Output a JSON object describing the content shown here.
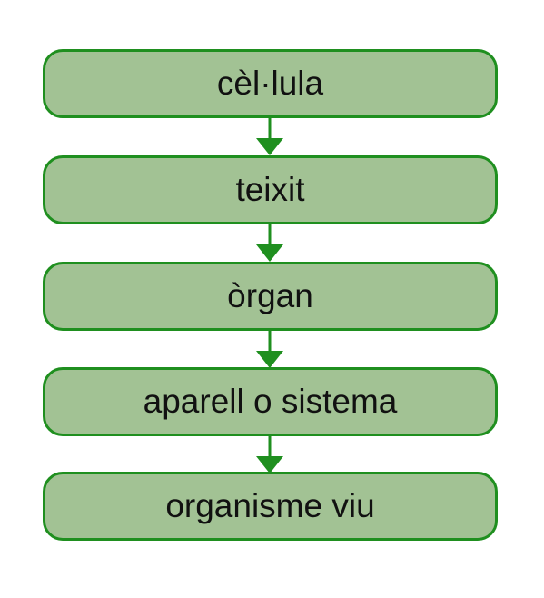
{
  "colors": {
    "box_fill": "#a2c294",
    "box_border": "#1f8f1f",
    "arrow": "#1f8f1f",
    "text": "#111111"
  },
  "steps": [
    {
      "label": "cèl·lula"
    },
    {
      "label": "teixit"
    },
    {
      "label": "òrgan"
    },
    {
      "label": "aparell o sistema"
    },
    {
      "label": "organisme viu"
    }
  ]
}
